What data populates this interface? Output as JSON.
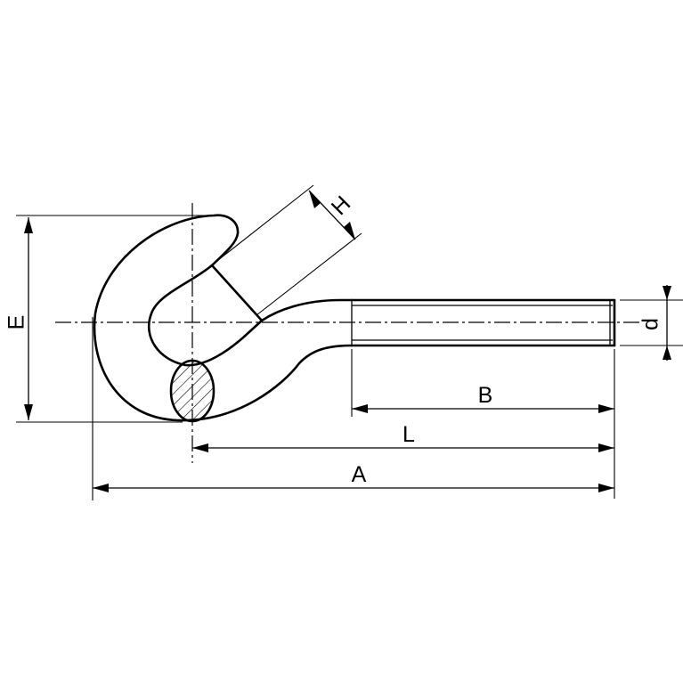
{
  "dimensions": {
    "E": "E",
    "H": "H",
    "d": "d",
    "B": "B",
    "L": "L",
    "A": "A"
  },
  "colors": {
    "line": "#000000",
    "background": "#ffffff"
  }
}
